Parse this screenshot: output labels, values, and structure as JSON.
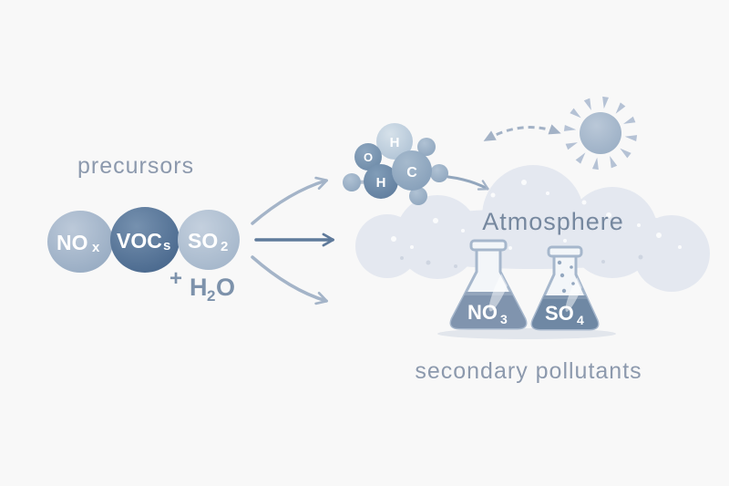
{
  "labels": {
    "precursors": "precursors",
    "atmosphere": "Atmosphere",
    "secondary_pollutants": "secondary pollutants"
  },
  "precursor_bubbles": [
    {
      "main": "NO",
      "sub": "x"
    },
    {
      "main": "VOC",
      "sub": "s"
    },
    {
      "main": "SO",
      "sub": "2"
    }
  ],
  "water_formula": {
    "plus": "+",
    "h": "H",
    "sub": "2",
    "o": "O"
  },
  "molecule_atoms": [
    {
      "label": "H"
    },
    {
      "label": "O"
    },
    {
      "label": "H"
    },
    {
      "label": "C"
    }
  ],
  "flasks": [
    {
      "main": "NO",
      "sub": "3"
    },
    {
      "main": "SO",
      "sub": "4"
    }
  ],
  "icons": {
    "sun": "sun-icon",
    "cloud": "cloud-icon",
    "molecule": "molecule-icon",
    "arrows": "arrow-icons"
  },
  "colors": {
    "background": "#f8f8f8",
    "muted_text": "#8c99ad",
    "atmosphere_text": "#76889f",
    "bubble_nox": "#9bafc6",
    "bubble_vocs": "#4d6c91",
    "bubble_so2": "#a8bacd",
    "cloud": "#e4e8f0",
    "arrow_light": "#a4b4c8",
    "arrow_dark": "#5f7a9b",
    "liquid_no3": "#8094ae",
    "liquid_so4": "#6f88a4"
  }
}
